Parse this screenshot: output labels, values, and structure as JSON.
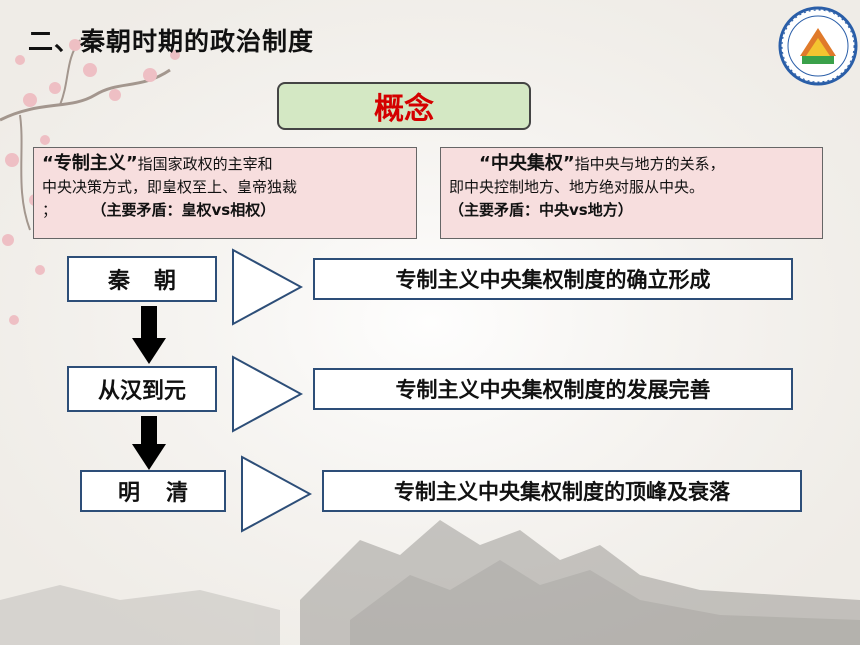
{
  "slide": {
    "title": "二、秦朝时期的政治制度",
    "concept_label": "概念",
    "definitions": [
      {
        "term": "“专制主义”",
        "lines": [
          "指国家政权的主宰和",
          "中央决策方式，即皇权至上、皇帝独裁",
          "；",
          "（主要矛盾：皇权vs相权）"
        ]
      },
      {
        "term": "“中央集权”",
        "lines": [
          "指中央与地方的关系，",
          "即中央控制地方、地方绝对服从中央。",
          "（主要矛盾：中央vs地方）"
        ]
      }
    ],
    "stages": [
      {
        "era": "秦朝",
        "result": "专制主义中央集权制度的确立形成"
      },
      {
        "era": "从汉到元",
        "result": "专制主义中央集权制度的发展完善"
      },
      {
        "era": "明清",
        "result": "专制主义中央集权制度的顶峰及衰落"
      }
    ]
  },
  "colors": {
    "concept_text": "#d40000",
    "concept_bg": "#d4e8c4",
    "definition_bg": "#f7dede",
    "box_border": "#2d4e78"
  }
}
